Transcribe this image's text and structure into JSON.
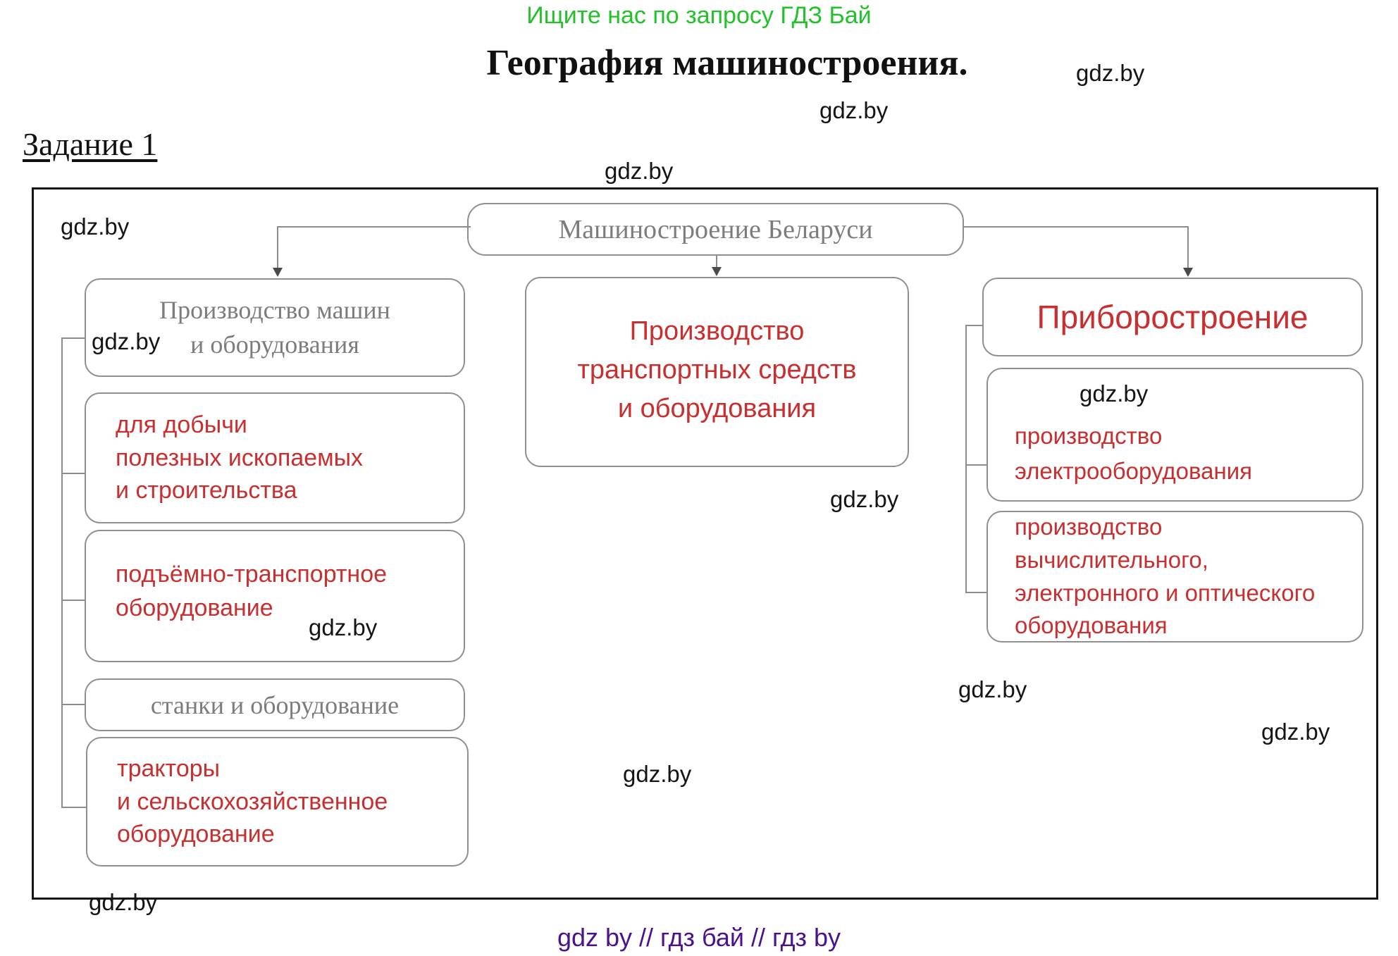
{
  "header": {
    "promo": "Ищите нас по запросу ГДЗ Бай",
    "title": "География машиностроения.",
    "task_label": "Задание 1"
  },
  "watermark": "gdz.by",
  "footer": "gdz by  //  гдз бай  //  гдз by",
  "colors": {
    "promo_green": "#22c32a",
    "node_red": "#c92f2f",
    "node_gray": "#7c7c7c",
    "node_border": "#8f8f8f",
    "frame_border": "#151515",
    "footer_purple": "#4a1191"
  },
  "diagram": {
    "root": "Машиностроение Беларуси",
    "left": {
      "title": "Производство машин\nи оборудования",
      "items": [
        "для добычи\nполезных ископаемых\nи строительства",
        "подъёмно-транспортное\nоборудование",
        "станки и оборудование",
        "тракторы\nи сельскохозяйственное\nоборудование"
      ]
    },
    "middle": {
      "title": "Производство\nтранспортных средств\nи оборудования"
    },
    "right": {
      "title": "Приборостроение",
      "items": [
        "производство\nэлектрооборудования",
        "производство\nвычислительного,\nэлектронного и оптического\nоборудования"
      ]
    }
  }
}
